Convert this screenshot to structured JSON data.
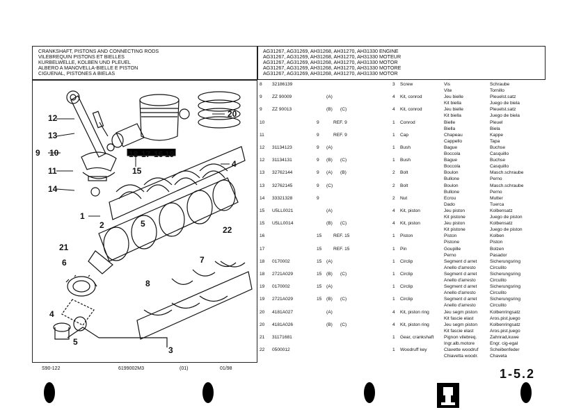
{
  "header": {
    "titles": [
      "CRANKSHAFT, PISTONS AND CONNECTING RODS",
      "VILEBREQUIN PISTONS ET BIELLES",
      "KURBELWELLE, KOLBEN UND PLEUEL",
      "ALBERO A MANOVELLA-BIELLE E PISTON",
      "CIGUENAL, PISTONES A BIELAS"
    ],
    "models": [
      "AG31267, AG31269, AH31268, AH31270, AH31330 ENGINE",
      "AG31267, AG31269, AH31268, AH31270, AH31330 MOTEUR",
      "AG31267, AG31269, AH31268, AH31270, AH31330 MOTOR",
      "AG31267, AG31269, AH31268, AH31270, AH31330 MOTORE",
      "AG31267, AG31269, AH31268, AH31270, AH31330 MOTOR"
    ]
  },
  "callouts": [
    "12",
    "13",
    "9",
    "10",
    "11",
    "14",
    "18",
    "17",
    "16",
    "19",
    "15",
    "20",
    "4",
    "1",
    "2",
    "5",
    "3",
    "22",
    "21",
    "6",
    "8",
    "4",
    "7",
    "5"
  ],
  "parts": [
    {
      "ref": "8",
      "part": "32186139",
      "qty": "",
      "v1": "",
      "v2": "",
      "note": "",
      "n": "3",
      "desc": "Screw",
      "fr": "Vis|Vite",
      "de": "Schraube|Tornillo"
    },
    {
      "ref": "9",
      "part": "ZZ 90009",
      "qty": "",
      "v1": "(A)",
      "v2": "",
      "note": "",
      "n": "4",
      "desc": "Kit, conrod",
      "fr": "Jeu bielle|Kit biella",
      "de": "Pleuelst.satz|Juego de biela"
    },
    {
      "ref": "9",
      "part": "ZZ 90013",
      "qty": "",
      "v1": "(B)",
      "v2": "(C)",
      "note": "",
      "n": "4",
      "desc": "Kit, conrod",
      "fr": "Jeu bielle|Kit biella",
      "de": "Pleuelst.satz|Juego de biela"
    },
    {
      "ref": "10",
      "part": "",
      "qty": "9",
      "v1": "",
      "v2": "",
      "note": "REF. 9",
      "n": "1",
      "desc": "Conrod",
      "fr": "Bielle|Biella",
      "de": "Pleuel|Biela"
    },
    {
      "ref": "11",
      "part": "",
      "qty": "9",
      "v1": "",
      "v2": "",
      "note": "REF. 9",
      "n": "1",
      "desc": "Cap",
      "fr": "Chapeau|Cappello",
      "de": "Kappe|Tapa"
    },
    {
      "ref": "12",
      "part": "31134123",
      "qty": "9",
      "v1": "(A)",
      "v2": "",
      "note": "",
      "n": "1",
      "desc": "Bush",
      "fr": "Bague|Boccola",
      "de": "Buchse|Casquillo"
    },
    {
      "ref": "12",
      "part": "31134131",
      "qty": "9",
      "v1": "(B)",
      "v2": "(C)",
      "note": "",
      "n": "1",
      "desc": "Bush",
      "fr": "Bague|Boccola",
      "de": "Buchse|Casquillo"
    },
    {
      "ref": "13",
      "part": "32762144",
      "qty": "9",
      "v1": "(A)",
      "v2": "(B)",
      "note": "",
      "n": "2",
      "desc": "Bolt",
      "fr": "Boulon|Bullone",
      "de": "Masch.schraube|Perno"
    },
    {
      "ref": "13",
      "part": "32762145",
      "qty": "9",
      "v1": "(C)",
      "v2": "",
      "note": "",
      "n": "2",
      "desc": "Bolt",
      "fr": "Boulon|Bullone",
      "de": "Masch.schraube|Perno"
    },
    {
      "ref": "14",
      "part": "33321328",
      "qty": "9",
      "v1": "",
      "v2": "",
      "note": "",
      "n": "2",
      "desc": "Nut",
      "fr": "Ecrou|Dado",
      "de": "Mutter|Tuerca"
    },
    {
      "ref": "15",
      "part": "U5LL0021",
      "qty": "",
      "v1": "(A)",
      "v2": "",
      "note": "",
      "n": "4",
      "desc": "Kit, piston",
      "fr": "Jeu piston|Kit pistone",
      "de": "Kolbensatz|Juego de piston"
    },
    {
      "ref": "15",
      "part": "U5LL0014",
      "qty": "",
      "v1": "(B)",
      "v2": "(C)",
      "note": "",
      "n": "4",
      "desc": "Kit, piston",
      "fr": "Jeu piston|Kit pistone",
      "de": "Kolbensatz|Juego de piston"
    },
    {
      "ref": "16",
      "part": "",
      "qty": "15",
      "v1": "",
      "v2": "",
      "note": "REF. 15",
      "n": "1",
      "desc": "Piston",
      "fr": "Piston|Pistone",
      "de": "Kolben|Piston"
    },
    {
      "ref": "17",
      "part": "",
      "qty": "15",
      "v1": "",
      "v2": "",
      "note": "REF. 15",
      "n": "1",
      "desc": "Pin",
      "fr": "Goupille|Perno",
      "de": "Bolzen|Pasador"
    },
    {
      "ref": "18",
      "part": "0170002",
      "qty": "15",
      "v1": "(A)",
      "v2": "",
      "note": "",
      "n": "1",
      "desc": "Circlip",
      "fr": "Segment d arret|Anello d'arresto",
      "de": "Sicherungsring|Circulito"
    },
    {
      "ref": "18",
      "part": "2721A029",
      "qty": "15",
      "v1": "(B)",
      "v2": "(C)",
      "note": "",
      "n": "1",
      "desc": "Circlip",
      "fr": "Segment d arret|Anello d'arresto",
      "de": "Sicherungsring|Circulito"
    },
    {
      "ref": "19",
      "part": "0170002",
      "qty": "15",
      "v1": "(A)",
      "v2": "",
      "note": "",
      "n": "1",
      "desc": "Circlip",
      "fr": "Segment d arret|Anello d'arresto",
      "de": "Sicherungsring|Circulito"
    },
    {
      "ref": "19",
      "part": "2721A029",
      "qty": "15",
      "v1": "(B)",
      "v2": "(C)",
      "note": "",
      "n": "1",
      "desc": "Circlip",
      "fr": "Segment d arret|Anello d'arresto",
      "de": "Sicherungsring|Circulito"
    },
    {
      "ref": "20",
      "part": "4181A027",
      "qty": "",
      "v1": "(A)",
      "v2": "",
      "note": "",
      "n": "4",
      "desc": "Kit, piston ring",
      "fr": "Jeu segm piston|Kit fascie elast",
      "de": "Kolbenringsatz|Aros.pist.juego"
    },
    {
      "ref": "20",
      "part": "4181A026",
      "qty": "",
      "v1": "(B)",
      "v2": "(C)",
      "note": "",
      "n": "4",
      "desc": "Kit, piston ring",
      "fr": "Jeu segm piston|Kit fascie elast",
      "de": "Kolbenringsatz|Aros.pist.juego"
    },
    {
      "ref": "21",
      "part": "31171681",
      "qty": "",
      "v1": "",
      "v2": "",
      "note": "",
      "n": "1",
      "desc": "Gear, crankshaft",
      "fr": "Pignon vilebreq.|Ingr.alb.motore",
      "de": "Zahnrad,kuwe|Engr. cig-egal"
    },
    {
      "ref": "22",
      "part": "0500012",
      "qty": "",
      "v1": "",
      "v2": "",
      "note": "",
      "n": "1",
      "desc": "Woodruff key",
      "fr": "Clavette woodruf|Chiavetta woodr.",
      "de": "Scheibenfeder|Chaveta"
    }
  ],
  "footer": {
    "code": "S90-122",
    "doc": "6199002M3",
    "rev": "(01)",
    "date": "01/98",
    "page": "1-5.2"
  }
}
